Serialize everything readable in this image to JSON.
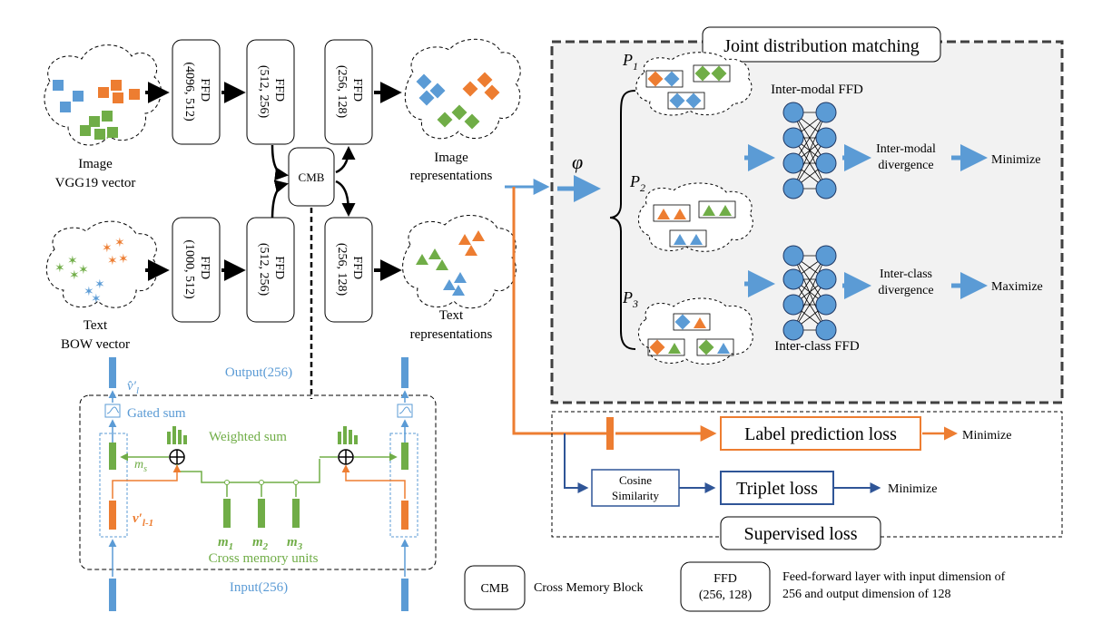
{
  "ffd_label": "FFD",
  "image_branch": {
    "input_label_1": "Image",
    "input_label_2": "VGG19 vector",
    "ffd1_dims": "(4096, 512)",
    "ffd2_dims": "(512, 256)",
    "ffd3_dims": "(256, 128)",
    "output_label_1": "Image",
    "output_label_2": "representations"
  },
  "text_branch": {
    "input_label_1": "Text",
    "input_label_2": "BOW vector",
    "ffd1_dims": "(1000, 512)",
    "ffd2_dims": "(512, 256)",
    "ffd3_dims": "(256, 128)",
    "output_label_1": "Text",
    "output_label_2": "representations"
  },
  "cmb_label": "CMB",
  "cmb_detail": {
    "output_label": "Output(256)",
    "input_label": "Input(256)",
    "gated_sum": "Gated sum",
    "weighted_sum": "Weighted sum",
    "cross_memory_units": "Cross memory units",
    "v_hat": "v̂′",
    "v_hat_sub": "l",
    "v_prev": "v′",
    "v_prev_sub": "l-1",
    "m_s": "m",
    "m_s_sub": "s",
    "m1": "m",
    "m1_sub": "1",
    "m2": "m",
    "m2_sub": "2",
    "m3": "m",
    "m3_sub": "3"
  },
  "joint": {
    "title": "Joint distribution matching",
    "phi": "φ",
    "p1": "P",
    "p1_sub": "1",
    "p2": "P",
    "p2_sub": "2",
    "p3": "P",
    "p3_sub": "3",
    "inter_modal_ffd": "Inter-modal FFD",
    "inter_class_ffd": "Inter-class FFD",
    "inter_modal_div_1": "Inter-modal",
    "inter_modal_div_2": "divergence",
    "inter_class_div_1": "Inter-class",
    "inter_class_div_2": "divergence",
    "minimize": "Minimize",
    "maximize": "Maximize"
  },
  "supervised": {
    "title": "Supervised loss",
    "label_prediction": "Label prediction loss",
    "triplet": "Triplet loss",
    "cosine_1": "Cosine",
    "cosine_2": "Similarity",
    "minimize": "Minimize"
  },
  "legend": {
    "cmb_box": "CMB",
    "cmb_desc": "Cross Memory Block",
    "ffd_box_1": "FFD",
    "ffd_box_2": "(256, 128)",
    "ffd_desc_1": "Feed-forward layer with input dimension of",
    "ffd_desc_2": "256 and output dimension of 128"
  },
  "colors": {
    "blue": "#5b9bd5",
    "orange": "#ed7d31",
    "green": "#70ad47",
    "navy": "#2f5597",
    "panel": "#f2f2f2"
  }
}
